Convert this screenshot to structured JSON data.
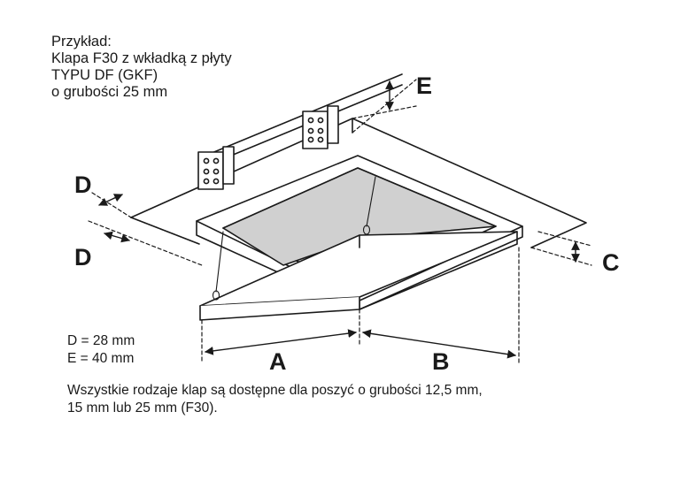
{
  "caption": {
    "line1": "Przykład:",
    "line2": "Klapa F30 z wkładką z płyty",
    "line3": "TYPU DF (GKF)",
    "line4": "o grubości 25 mm"
  },
  "dimension_labels": {
    "a": "A",
    "b": "B",
    "c": "C",
    "d_top": "D",
    "d_bottom": "D",
    "e": "E"
  },
  "legend": {
    "d_value": "D = 28 mm",
    "e_value": "E = 40 mm"
  },
  "note": {
    "line1": "Wszystkie rodzaje klap są dostępne dla poszyć o grubości 12,5 mm,",
    "line2": "15 mm lub 25 mm (F30)."
  },
  "colors": {
    "line": "#1a1a1a",
    "insert_fill": "#d0d0d0",
    "paper": "#ffffff"
  }
}
